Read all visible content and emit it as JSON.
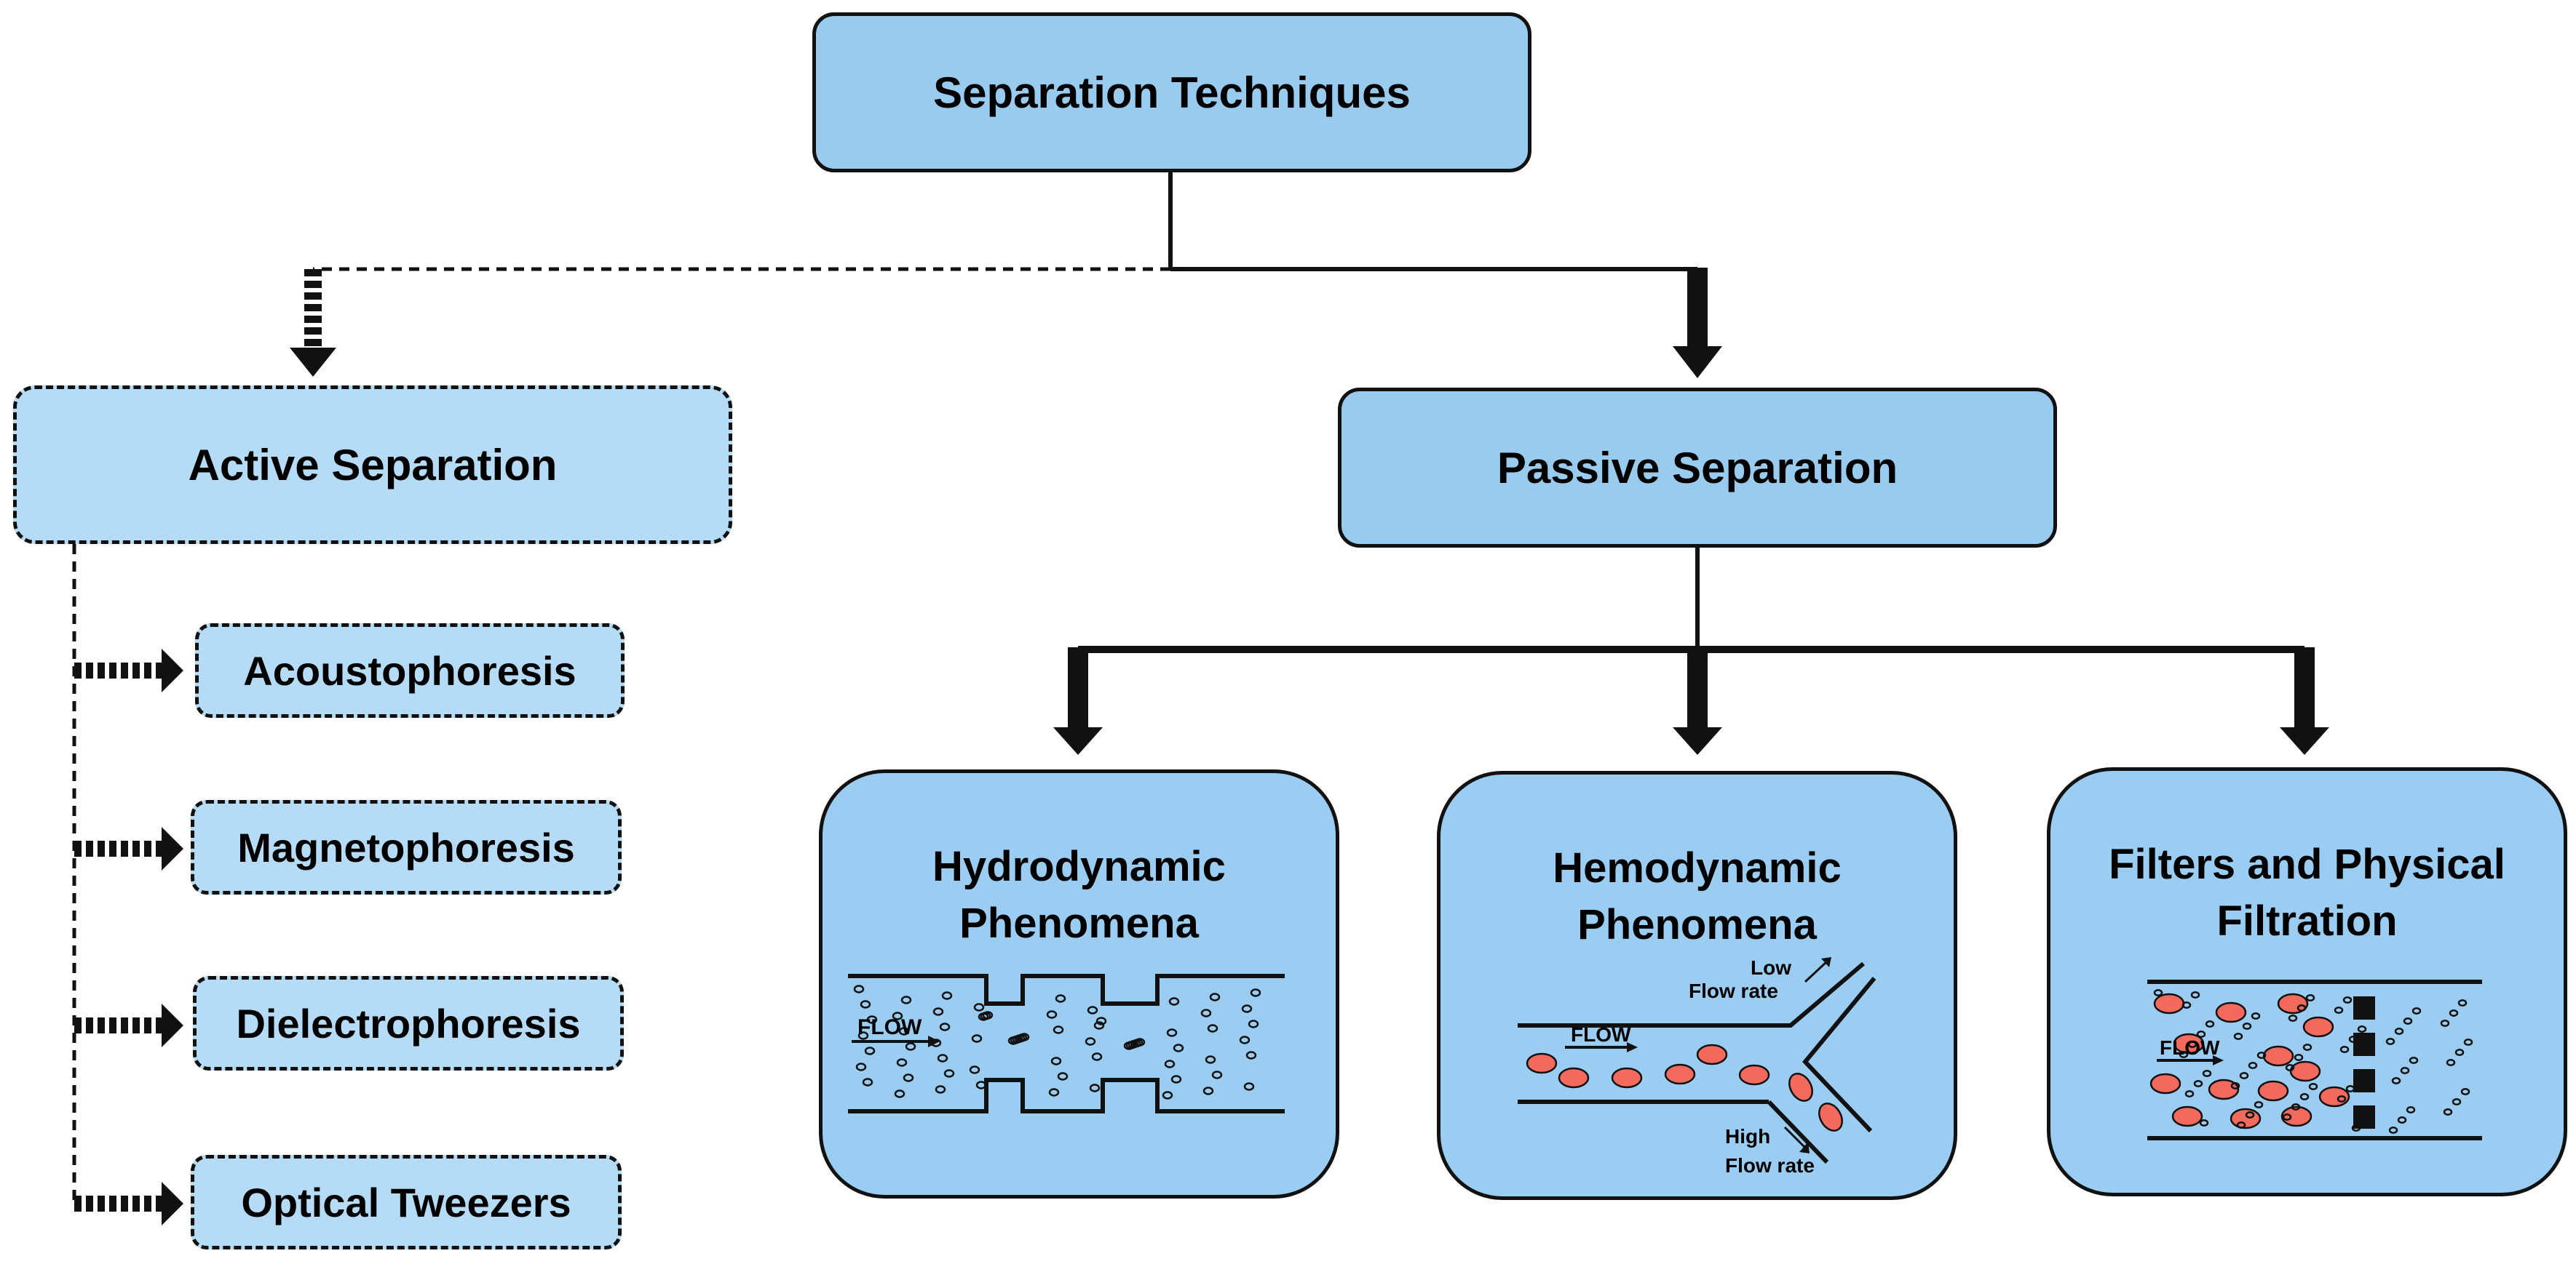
{
  "root": {
    "label": "Separation Techniques"
  },
  "active": {
    "label": "Active Separation",
    "items": [
      "Acoustophoresis",
      "Magnetophoresis",
      "Dielectrophoresis",
      "Optical Tweezers"
    ]
  },
  "passive": {
    "label": "Passive Separation",
    "children": [
      {
        "title": "Hydrodynamic Phenomena",
        "flow_label": "FLOW"
      },
      {
        "title": "Hemodynamic Phenomena",
        "flow_label": "FLOW",
        "low_label": "Low",
        "low_label2": "Flow rate",
        "high_label": "High",
        "high_label2": "Flow rate"
      },
      {
        "title": "Filters and Physical Filtration",
        "flow_label": "FLOW"
      }
    ]
  },
  "colors": {
    "box_fill": "#99cbef",
    "box_fill_dashed": "#b5dbf7",
    "cell_red": "#f26a5e",
    "line": "#111111"
  }
}
